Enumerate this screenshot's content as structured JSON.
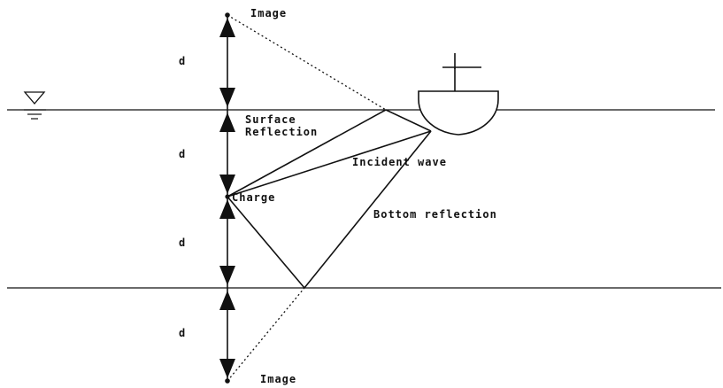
{
  "labels": {
    "image_top": "Image",
    "image_bottom": "Image",
    "surface_reflection_line1": "Surface",
    "surface_reflection_line2": "Reflection",
    "incident_wave": "Incident wave",
    "charge": "Charge",
    "bottom_reflection": "Bottom reflection",
    "d": "d"
  },
  "colors": {
    "ink": "#111111",
    "background": "#ffffff"
  },
  "icons": {
    "water_surface_symbol": "water-surface-triangle-icon",
    "ship": "ship-icon"
  }
}
